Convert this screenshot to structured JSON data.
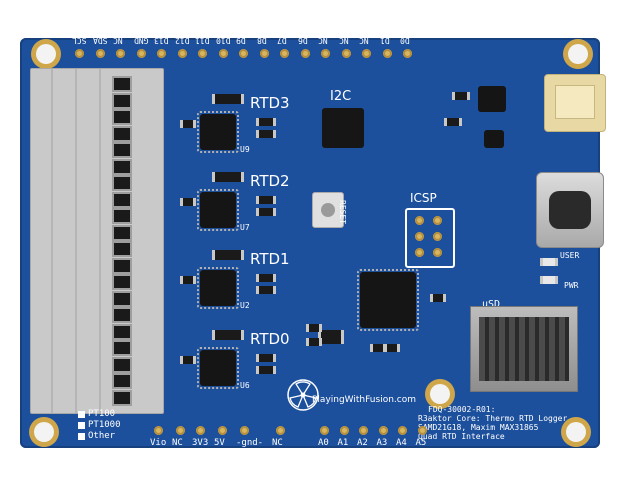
{
  "top_header_labels": [
    "SCL",
    "SDA",
    "NC",
    "GND",
    "D13",
    "D12",
    "D11",
    "D10",
    "D9",
    "D8",
    "D7",
    "D6",
    "NC",
    "NC",
    "NC",
    "D1",
    "D0"
  ],
  "bottom_header_labels": [
    "Vio",
    "NC",
    "3V3",
    "5V",
    "-gnd-",
    "NC"
  ],
  "analog_labels": [
    "A0",
    "A1",
    "A2",
    "A3",
    "A4",
    "A5"
  ],
  "rtd_channels": [
    "RTD3",
    "RTD2",
    "RTD1",
    "RTD0"
  ],
  "chip_labels": [
    "U9",
    "U7",
    "U2",
    "U6"
  ],
  "component_labels": {
    "i2c": "I2C",
    "icsp": "ICSP",
    "reset": "RESET",
    "usd": "uSD",
    "user": "USER",
    "pwr": "PWR"
  },
  "legend": [
    "PT100",
    "PT1000",
    "Other"
  ],
  "info_lines": [
    "FDQ-30002-R01:",
    "R3aktor Core: Thermo RTD Logger",
    "SAMD21G18, Maxim MAX31865",
    "Quad RTD Interface"
  ],
  "brand": "PlayingWithFusion.com",
  "colors": {
    "pcb": "#1c4f9c",
    "silkscreen": "#ffffff",
    "gold": "#cfa74a",
    "terminal": "#c9c9c9"
  }
}
